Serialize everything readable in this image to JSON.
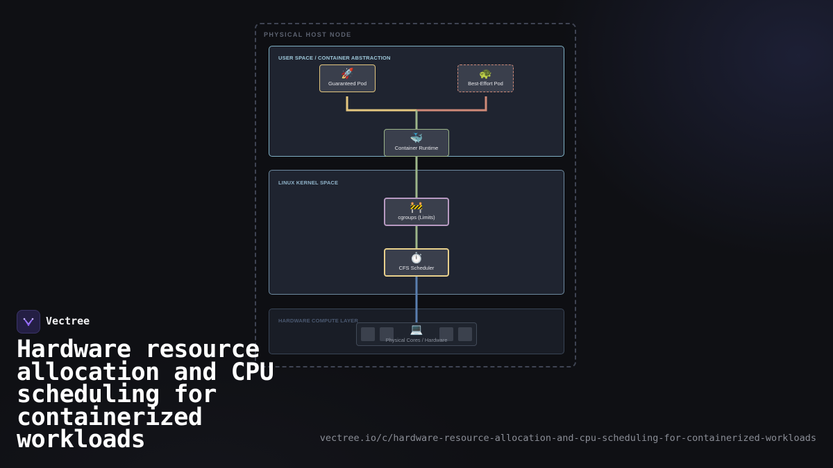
{
  "host": {
    "label": "PHYSICAL HOST NODE"
  },
  "layers": {
    "user_space": {
      "label": "USER SPACE / CONTAINER ABSTRACTION",
      "color": "#7fb0c4"
    },
    "kernel_space": {
      "label": "LINUX KERNEL SPACE",
      "color": "#6d8aa0"
    },
    "hardware": {
      "label": "HARDWARE COMPUTE LAYER",
      "color": "#4a5870"
    }
  },
  "nodes": {
    "guaranteed_pod": {
      "icon": "🚀",
      "icon_name": "rocket-icon",
      "label": "Guaranteed Pod",
      "color": "#e4c77f"
    },
    "best_effort_pod": {
      "icon": "🐢",
      "icon_name": "turtle-icon",
      "label": "Best-Effort Pod",
      "color": "#d08a78"
    },
    "container_runtime": {
      "icon": "🐳",
      "icon_name": "whale-icon",
      "label": "Container Runtime",
      "color": "#9db68a"
    },
    "cgroups": {
      "icon": "🚧",
      "icon_name": "barrier-icon",
      "label": "cgroups (Limits)",
      "color": "#b89ac2"
    },
    "cfs_scheduler": {
      "icon": "⏱️",
      "icon_name": "stopwatch-icon",
      "label": "CFS Scheduler",
      "color": "#e8d08c"
    },
    "physical_cores": {
      "icon": "💻",
      "icon_name": "laptop-icon",
      "label": "Physical Cores / Hardware"
    }
  },
  "brand": {
    "name": "Vectree",
    "logo_icon": "vectree-logo-icon",
    "logo_color": "#8b5cf6"
  },
  "headline": "Hardware resource allocation and CPU scheduling for containerized workloads",
  "url": "vectree.io/c/hardware-resource-allocation-and-cpu-scheduling-for-containerized-workloads"
}
